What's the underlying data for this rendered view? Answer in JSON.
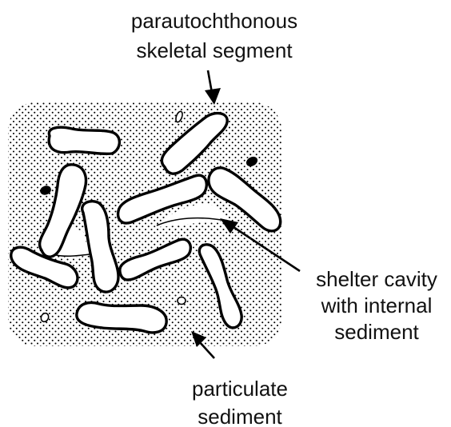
{
  "labels": {
    "parautochthonous_line1": "parautochthonous",
    "parautochthonous_line2": "skeletal segment",
    "shelter_line1": "shelter cavity",
    "shelter_line2": "with internal",
    "shelter_line3": "sediment",
    "particulate_line1": "particulate",
    "particulate_line2": "sediment"
  },
  "colors": {
    "stroke": "#000000",
    "dots": "#000000",
    "background": "#ffffff"
  }
}
